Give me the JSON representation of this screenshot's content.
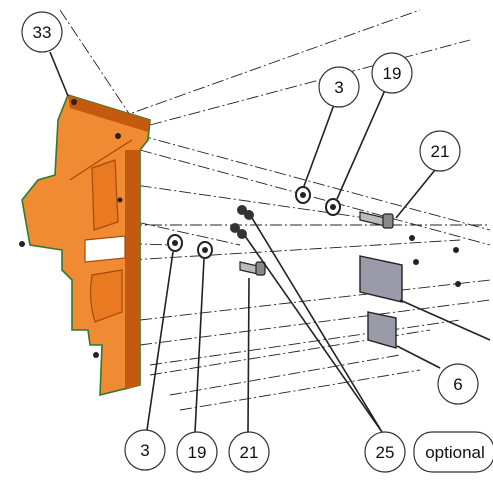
{
  "callouts": {
    "c33": "33",
    "c3_top": "3",
    "c19_top": "19",
    "c21_top": "21",
    "c6": "6",
    "c3_bottom": "3",
    "c19_bottom": "19",
    "c21_bottom": "21",
    "c25": "25"
  },
  "optional_label": "optional",
  "colors": {
    "part_orange": "#f08a33",
    "part_dark": "#c45a10",
    "outline": "#2e7a2e",
    "plate": "#9a9aa8"
  }
}
